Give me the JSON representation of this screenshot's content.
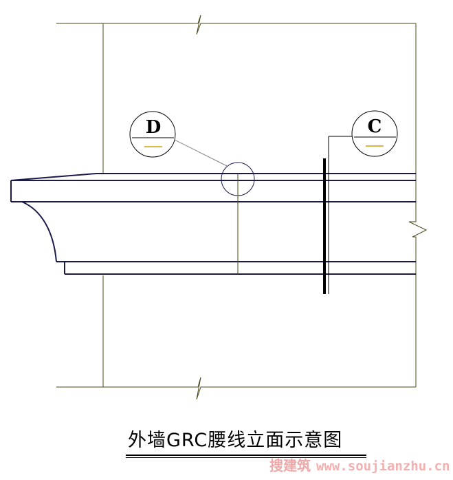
{
  "markers": [
    {
      "id": "detail-d",
      "letter": "D"
    },
    {
      "id": "detail-c",
      "letter": "C"
    }
  ],
  "title": "外墙GRC腰线立面示意图",
  "watermark": {
    "cn": "搜建筑",
    "url": "www.soujianzhu.cn"
  },
  "colors": {
    "wall_line": "#4a4a1a",
    "band_line": "#1a1a4a",
    "leader_line": "#808080",
    "marker_underline": "#d4a000",
    "section_line": "#000000",
    "watermark": "#f0a8a8"
  }
}
